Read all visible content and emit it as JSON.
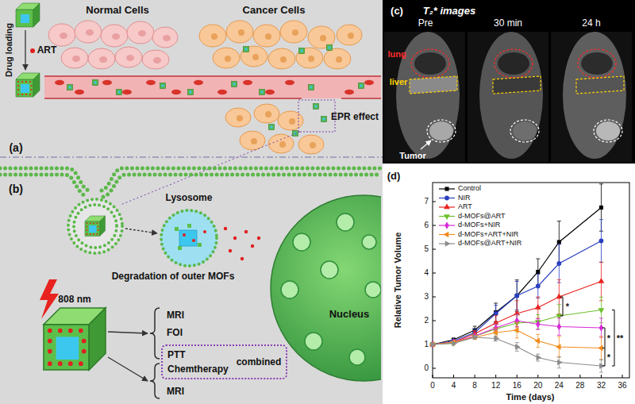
{
  "diagram": {
    "nodes": [
      {
        "text": [
          "Nucleus"
        ]
      },
      {
        "text": [
          "PTT",
          "Chemtherapy",
          "combined"
        ]
      }
    ],
    "labels": [
      "Drug loading",
      "ART",
      "Normal Cells",
      "Cancer Cells",
      "EPR effect",
      "(a)",
      "(b)",
      "Lysosome",
      "Degradation of outer MOFs",
      "808 nm",
      "MRI",
      "FOI",
      "MRI",
      "(c)",
      "T₂* images",
      "Pre",
      "30 min",
      "24 h",
      "lung",
      "liver",
      "Tumor",
      "(d)",
      "Relative Tumor Volume",
      "Time (days)",
      "0",
      "1",
      "2",
      "3",
      "4",
      "5",
      "6",
      "7",
      "0",
      "4",
      "8",
      "12",
      "16",
      "20",
      "24",
      "28",
      "32",
      "36",
      "*",
      "**",
      "*",
      "*"
    ],
    "legend": [
      {
        "text": "Control"
      },
      {
        "text": "NIR"
      },
      {
        "text": "ART"
      },
      {
        "text": "d-MOFs@ART"
      },
      {
        "text": "d-MOFs+NIR"
      },
      {
        "text": "d-MOFs+ART+NIR"
      },
      {
        "text": "d-MOFs@ART+NIR"
      }
    ]
  }
}
